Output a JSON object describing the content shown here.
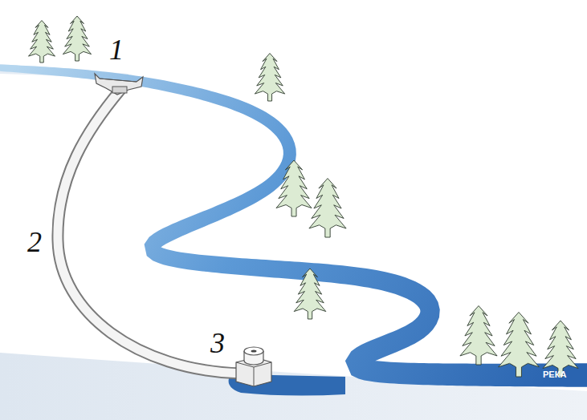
{
  "diagram": {
    "labels": [
      "1",
      "2",
      "3",
      "РЕКА"
    ]
  }
}
